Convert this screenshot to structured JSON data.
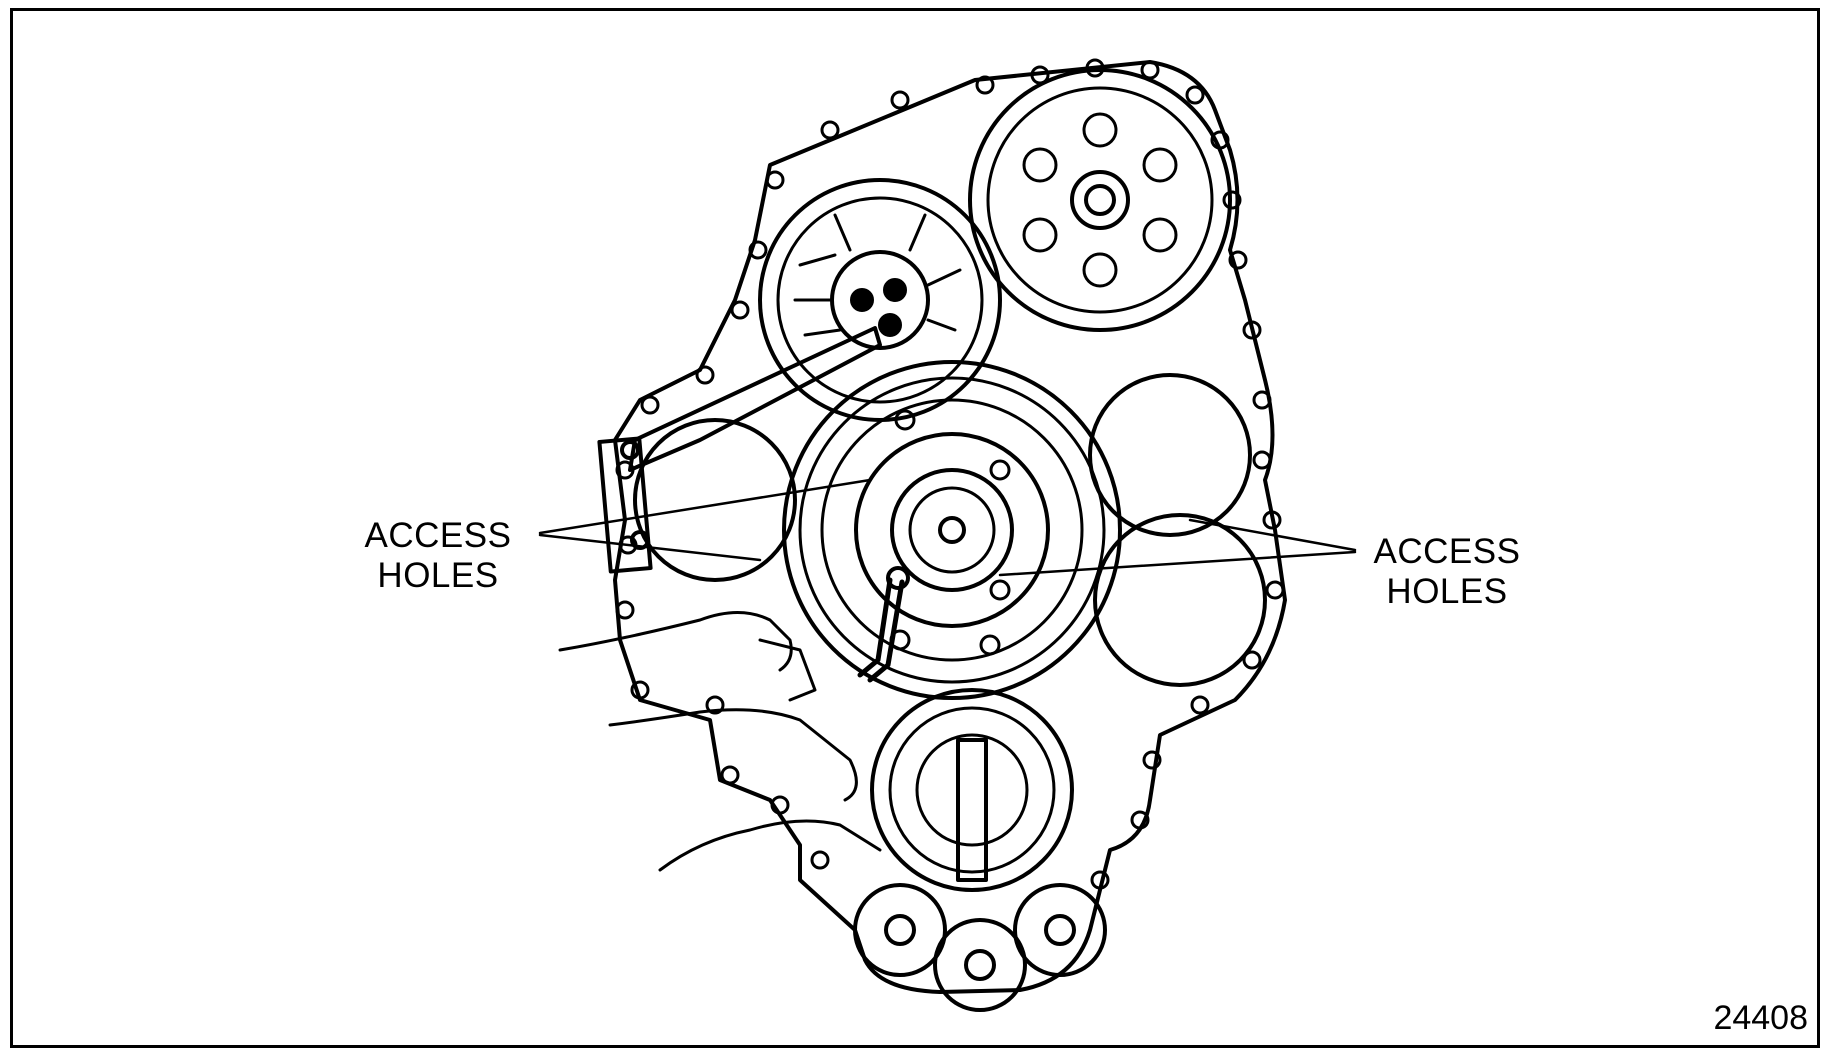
{
  "labels": {
    "left": {
      "line1": "ACCESS",
      "line2": "HOLES"
    },
    "right": {
      "line1": "ACCESS",
      "line2": "HOLES"
    }
  },
  "figure_number": "24408",
  "colors": {
    "line": "#000000",
    "background": "#ffffff"
  }
}
